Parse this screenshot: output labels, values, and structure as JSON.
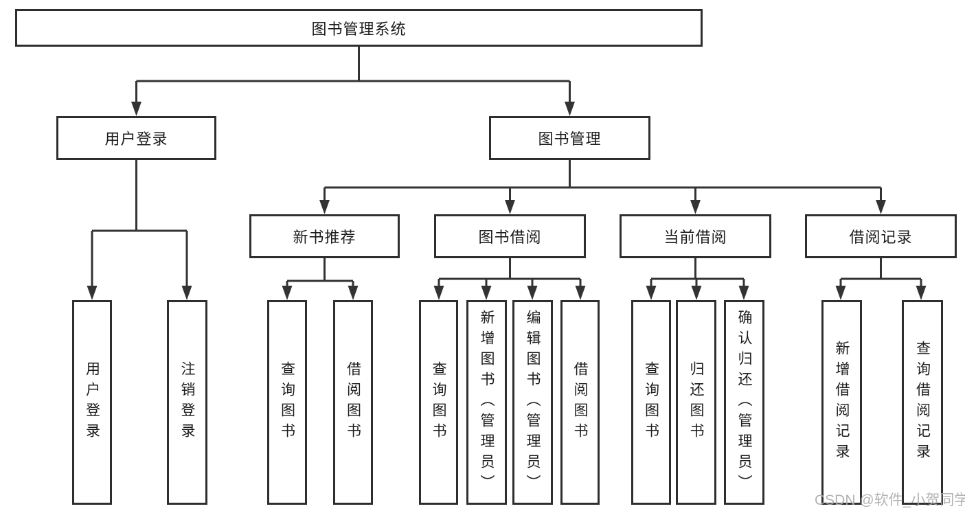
{
  "diagram": {
    "title": "图书管理系统",
    "watermark": "CSDN @软件_小贺同学",
    "colors": {
      "line": "#333333",
      "border": "#2e2e2e",
      "text": "#1c1c1c",
      "box_bg": "#ffffff",
      "watermark": "#ababab"
    },
    "nodes": {
      "root": {
        "label": "图书管理系统"
      },
      "user_login": {
        "label": "用户登录"
      },
      "book_mgmt": {
        "label": "图书管理"
      },
      "new_book_rec": {
        "label": "新书推荐"
      },
      "book_borrow": {
        "label": "图书借阅"
      },
      "current_borrow": {
        "label": "当前借阅"
      },
      "borrow_record": {
        "label": "借阅记录"
      },
      "leaf_user_login": {
        "label": "用户登录"
      },
      "leaf_logout": {
        "label": "注销登录"
      },
      "leaf_query_book_1": {
        "label": "查询图书"
      },
      "leaf_borrow_book_1": {
        "label": "借阅图书"
      },
      "leaf_query_book_2": {
        "label": "查询图书"
      },
      "leaf_add_book": {
        "label": "新增图书（管理员）"
      },
      "leaf_edit_book": {
        "label": "编辑图书（管理员）"
      },
      "leaf_borrow_book_2": {
        "label": "借阅图书"
      },
      "leaf_query_book_3": {
        "label": "查询图书"
      },
      "leaf_return_book": {
        "label": "归还图书"
      },
      "leaf_confirm_return": {
        "label": "确认归还（管理员）"
      },
      "leaf_add_record": {
        "label": "新增借阅记录"
      },
      "leaf_query_record": {
        "label": "查询借阅记录"
      }
    },
    "edges": [
      [
        "root",
        "user_login"
      ],
      [
        "root",
        "book_mgmt"
      ],
      [
        "user_login",
        "leaf_user_login"
      ],
      [
        "user_login",
        "leaf_logout"
      ],
      [
        "book_mgmt",
        "new_book_rec"
      ],
      [
        "book_mgmt",
        "book_borrow"
      ],
      [
        "book_mgmt",
        "current_borrow"
      ],
      [
        "book_mgmt",
        "borrow_record"
      ],
      [
        "new_book_rec",
        "leaf_query_book_1"
      ],
      [
        "new_book_rec",
        "leaf_borrow_book_1"
      ],
      [
        "book_borrow",
        "leaf_query_book_2"
      ],
      [
        "book_borrow",
        "leaf_add_book"
      ],
      [
        "book_borrow",
        "leaf_edit_book"
      ],
      [
        "book_borrow",
        "leaf_borrow_book_2"
      ],
      [
        "current_borrow",
        "leaf_query_book_3"
      ],
      [
        "current_borrow",
        "leaf_return_book"
      ],
      [
        "current_borrow",
        "leaf_confirm_return"
      ],
      [
        "borrow_record",
        "leaf_add_record"
      ],
      [
        "borrow_record",
        "leaf_query_record"
      ]
    ]
  }
}
